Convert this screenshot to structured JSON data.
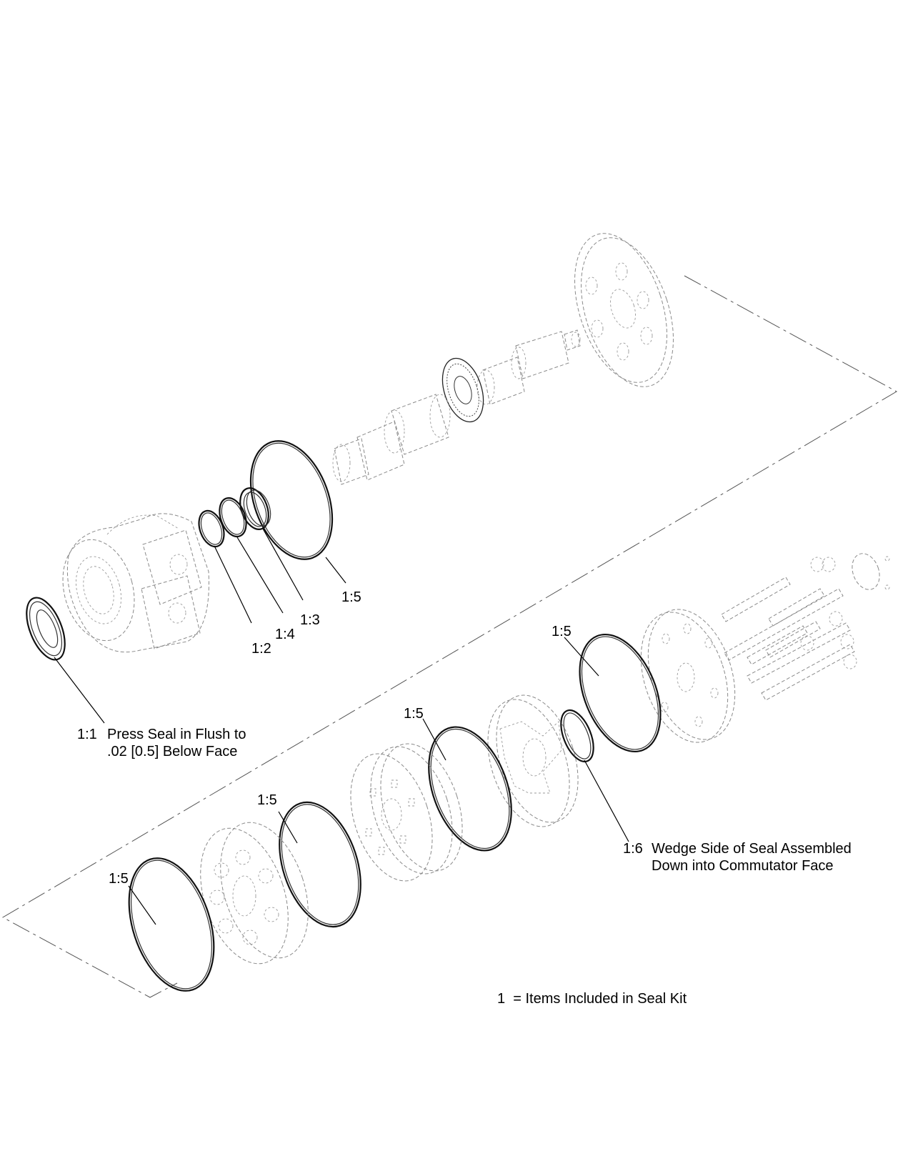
{
  "callouts": {
    "c_1_1": "1:1",
    "c_1_1_note_line1": "Press Seal in Flush to",
    "c_1_1_note_line2": ".02 [0.5] Below Face",
    "c_1_2": "1:2",
    "c_1_3": "1:3",
    "c_1_4": "1:4",
    "c_1_5_upper": "1:5",
    "c_1_5_rear": "1:5",
    "c_1_5_mid_a": "1:5",
    "c_1_5_mid_b": "1:5",
    "c_1_5_front": "1:5",
    "c_1_6": "1:6",
    "c_1_6_note_line1": "Wedge Side of Seal Assembled",
    "c_1_6_note_line2": "Down into Commutator Face"
  },
  "legend": {
    "text": "1  = Items Included in Seal Kit"
  },
  "colors": {
    "line": "#000000",
    "ghost_part": "#8a8a8a",
    "background": "#ffffff"
  }
}
